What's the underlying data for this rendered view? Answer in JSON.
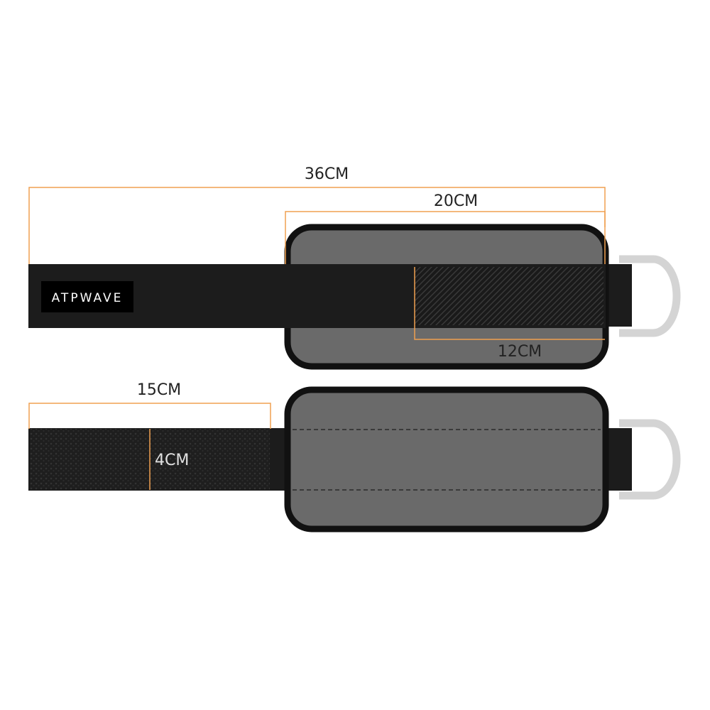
{
  "brand": "ATPWAVE",
  "dimensions": {
    "total_length": "36CM",
    "pad_length": "20CM",
    "velcro_length": "12CM",
    "hook_length": "15CM",
    "strap_width": "4CM"
  },
  "colors": {
    "accent": "#f0a050",
    "strap": "#1c1c1c",
    "pad_fill": "#6a6a6a",
    "pad_border": "#111111",
    "ring": "#d4d4d4"
  }
}
